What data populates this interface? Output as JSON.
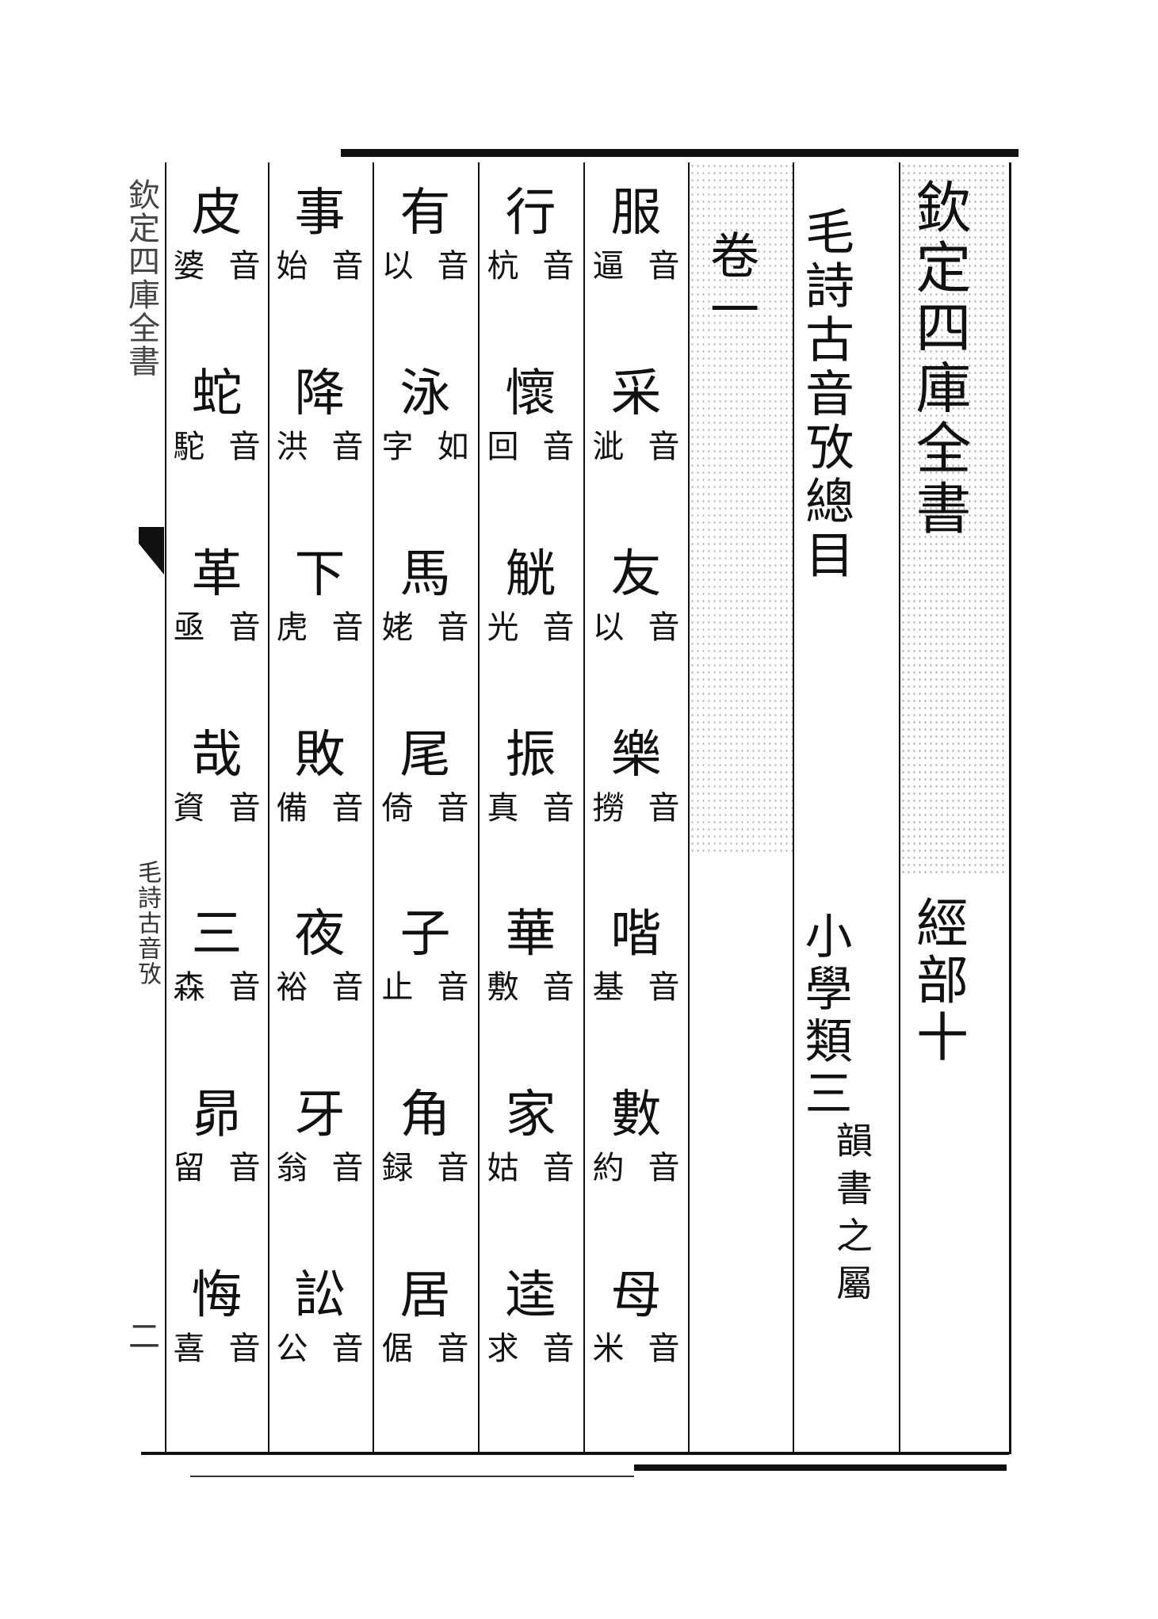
{
  "page": {
    "series_title": "欽定四庫全書",
    "division": "經部十",
    "book_title": "毛詩古音攷總目",
    "category": "小學類三",
    "subcategory": "韻書之屬",
    "juan": "卷一"
  },
  "spine": {
    "series_title": "欽定四庫全書",
    "book_short": "毛詩古音攷",
    "page_number": "二"
  },
  "columns": [
    {
      "entries": [
        {
          "char": "服",
          "marker": "音",
          "reading": "逼"
        },
        {
          "char": "采",
          "marker": "音",
          "reading": "泚"
        },
        {
          "char": "友",
          "marker": "音",
          "reading": "以"
        },
        {
          "char": "樂",
          "marker": "音",
          "reading": "撈"
        },
        {
          "char": "喈",
          "marker": "音",
          "reading": "基"
        },
        {
          "char": "數",
          "marker": "音",
          "reading": "約"
        },
        {
          "char": "母",
          "marker": "音",
          "reading": "米"
        }
      ]
    },
    {
      "entries": [
        {
          "char": "行",
          "marker": "音",
          "reading": "杭"
        },
        {
          "char": "懷",
          "marker": "音",
          "reading": "回"
        },
        {
          "char": "觥",
          "marker": "音",
          "reading": "光"
        },
        {
          "char": "振",
          "marker": "音",
          "reading": "真"
        },
        {
          "char": "華",
          "marker": "音",
          "reading": "敷"
        },
        {
          "char": "家",
          "marker": "音",
          "reading": "姑"
        },
        {
          "char": "逵",
          "marker": "音",
          "reading": "求"
        }
      ]
    },
    {
      "entries": [
        {
          "char": "有",
          "marker": "音",
          "reading": "以"
        },
        {
          "char": "泳",
          "marker": "如",
          "reading": "字"
        },
        {
          "char": "馬",
          "marker": "音",
          "reading": "姥"
        },
        {
          "char": "尾",
          "marker": "音",
          "reading": "倚"
        },
        {
          "char": "子",
          "marker": "音",
          "reading": "止"
        },
        {
          "char": "角",
          "marker": "音",
          "reading": "録"
        },
        {
          "char": "居",
          "marker": "音",
          "reading": "倨"
        }
      ]
    },
    {
      "entries": [
        {
          "char": "事",
          "marker": "音",
          "reading": "始"
        },
        {
          "char": "降",
          "marker": "音",
          "reading": "洪"
        },
        {
          "char": "下",
          "marker": "音",
          "reading": "虎"
        },
        {
          "char": "敗",
          "marker": "音",
          "reading": "備"
        },
        {
          "char": "夜",
          "marker": "音",
          "reading": "裕"
        },
        {
          "char": "牙",
          "marker": "音",
          "reading": "翁"
        },
        {
          "char": "訟",
          "marker": "音",
          "reading": "公"
        }
      ]
    },
    {
      "entries": [
        {
          "char": "皮",
          "marker": "音",
          "reading": "婆"
        },
        {
          "char": "蛇",
          "marker": "音",
          "reading": "駝"
        },
        {
          "char": "革",
          "marker": "音",
          "reading": "亟"
        },
        {
          "char": "哉",
          "marker": "音",
          "reading": "資"
        },
        {
          "char": "三",
          "marker": "音",
          "reading": "森"
        },
        {
          "char": "昴",
          "marker": "音",
          "reading": "留"
        },
        {
          "char": "悔",
          "marker": "音",
          "reading": "喜"
        }
      ]
    }
  ]
}
